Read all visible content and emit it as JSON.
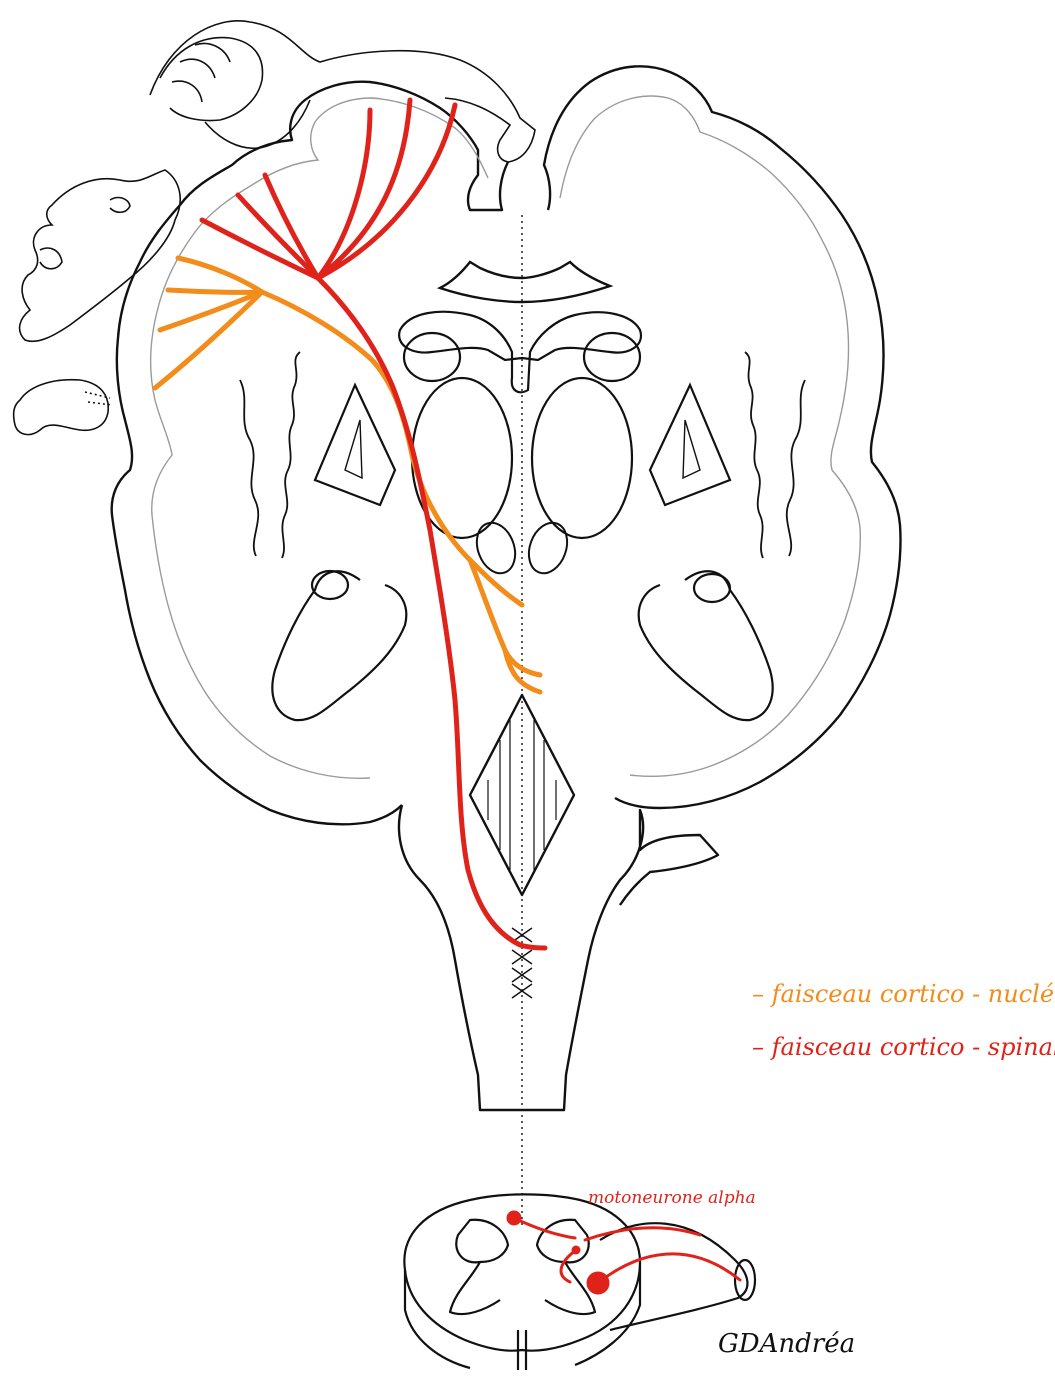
{
  "legend": {
    "items": [
      {
        "dash": "–",
        "label": "faisceau cortico - nucléaire",
        "color": "#f28c1a"
      },
      {
        "dash": "–",
        "label": "faisceau cortico - spinal",
        "color": "#e0231a"
      }
    ]
  },
  "labels": {
    "motoneurone": "motoneurone alpha"
  },
  "signature": "GDAndréa",
  "colors": {
    "corticospinal": "#e0231a",
    "corticonuclear": "#f28c1a",
    "outline": "#111111",
    "cortex_inner": "#9a9a9a"
  }
}
